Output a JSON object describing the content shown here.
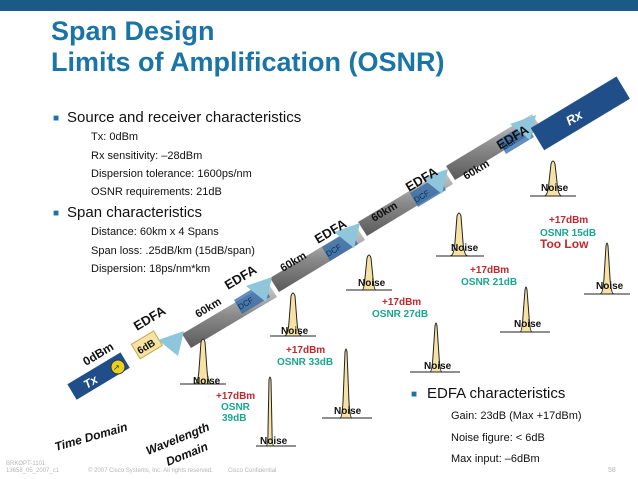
{
  "slide": {
    "title_line1": "Span Design",
    "title_line2": "Limits of Amplification (OSNR)",
    "page_number": "58"
  },
  "source": {
    "heading": "Source and receiver characteristics",
    "items": [
      "Tx: 0dBm",
      "Rx sensitivity: –28dBm",
      "Dispersion tolerance: 1600ps/nm",
      "OSNR requirements: 21dB"
    ]
  },
  "span": {
    "heading": "Span characteristics",
    "items": [
      "Distance: 60km x 4 Spans",
      "Span loss: .25dB/km (15dB/span)",
      "Dispersion: 18ps/nm*km"
    ]
  },
  "edfa_chars": {
    "heading": "EDFA characteristics",
    "items": [
      "Gain: 23dB (Max +17dBm)",
      "Noise figure: < 6dB",
      "Max input: –6dBm"
    ]
  },
  "diagram": {
    "tx": "Tx",
    "rx": "Rx",
    "launch_power": "0dBm",
    "attenuator": "6dB",
    "edfa_label": "EDFA",
    "span_label": "60km",
    "dcf_label": "DCF",
    "noise_label": "Noise",
    "power_out": "+17dBm",
    "osnr_values": [
      "OSNR 39dB",
      "OSNR 33dB",
      "OSNR 27dB",
      "OSNR 21dB",
      "OSNR 15dB"
    ],
    "osnr_first_line1": "OSNR",
    "osnr_first_line2": "39dB",
    "too_low": "Too Low",
    "time_domain": "Time Domain",
    "wavelength_line1": "Wavelength",
    "wavelength_line2": "Domain"
  },
  "footer": {
    "line1": "BRKOPT-1101",
    "line2": "13658_05_2007_c1",
    "copyright": "© 2007 Cisco Systems, Inc. All rights reserved.",
    "confidential": "Cisco Confidential"
  },
  "colors": {
    "title": "#1b74a6",
    "topbar": "#1b5a87",
    "tx_rx": "#1f4e88",
    "edfa": "#8fc6dc",
    "fiber": "#8a8a8a",
    "noise_box": "#f6e3a3",
    "power_red": "#c0282c",
    "osnr_green": "#1aa68e"
  }
}
